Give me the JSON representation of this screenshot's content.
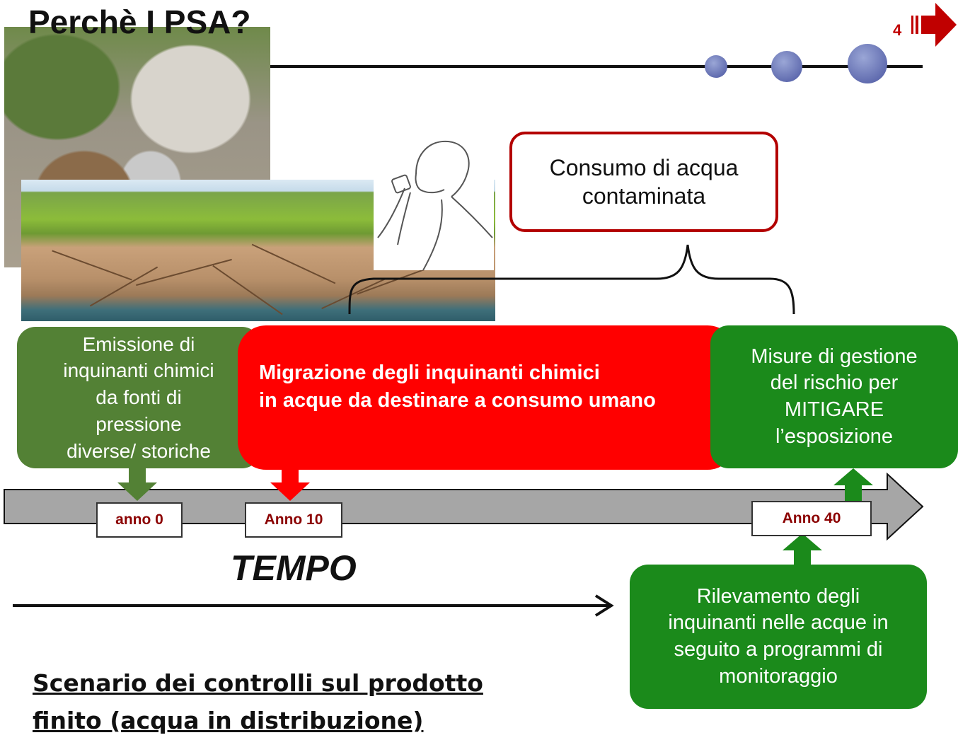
{
  "slide": {
    "title": "Perchè I PSA?",
    "page_number": "4"
  },
  "callout": {
    "text_line1": "Consumo di acqua",
    "text_line2": "contaminata"
  },
  "phases": {
    "emission": {
      "lines": [
        "Emissione di",
        "inquinanti chimici",
        "da fonti di",
        "pressione",
        "diverse/ storiche"
      ]
    },
    "migration": {
      "line1": "Migrazione degli inquinanti chimici",
      "line2": "in acque da destinare a consumo umano"
    },
    "mitigation": {
      "lines": [
        "Misure di gestione",
        "del rischio per",
        "MITIGARE",
        "l’esposizione"
      ]
    },
    "monitoring": {
      "lines": [
        "Rilevamento degli",
        "inquinanti nelle acque in",
        "seguito a programmi di",
        "monitoraggio"
      ]
    }
  },
  "timeline": {
    "markers": [
      "anno 0",
      "Anno 10",
      "Anno 40"
    ],
    "axis_label": "TEMPO"
  },
  "scenario": {
    "line1": "Scenario dei controlli sul prodotto",
    "line2": "finito (acqua in distribuzione)"
  },
  "colors": {
    "emission": "#538135",
    "migration": "#ff0000",
    "mitigation": "#1b8a1b",
    "callout_border": "#b30000",
    "marker_text": "#8b0000"
  },
  "icons": [
    "red-arrow-right-icon",
    "drinking-person-illustration"
  ]
}
